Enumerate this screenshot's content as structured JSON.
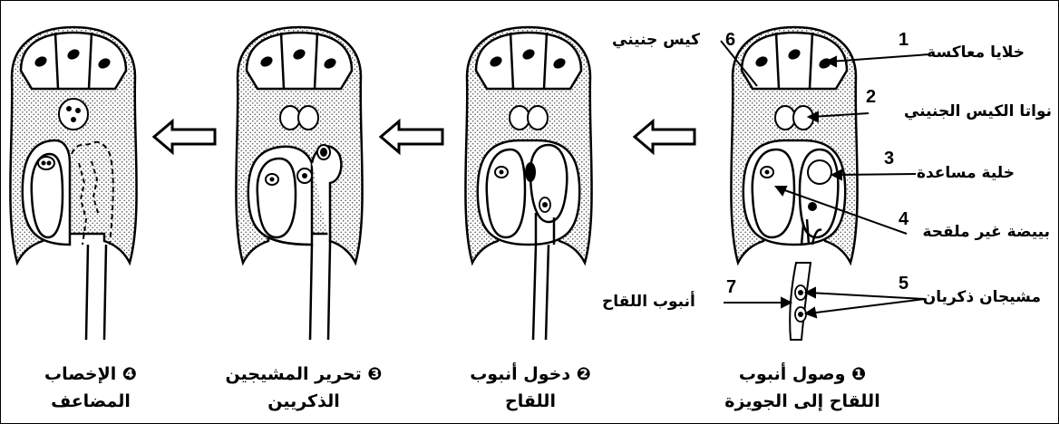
{
  "labels": {
    "antipodal_cells": "خلايا معاكسة",
    "polar_nuclei": "نواتا الكيس الجنيني",
    "synergid": "خلية مساعدة",
    "egg": "بييضة غير ملقحة",
    "sperm_nuclei": "مشيجان ذكريان",
    "embryo_sac": "كيس جنيني",
    "pollen_tube": "أنبوب اللقاح"
  },
  "numbers": {
    "n1": "1",
    "n2": "2",
    "n3": "3",
    "n4": "4",
    "n5": "5",
    "n6": "6",
    "n7": "7"
  },
  "steps": [
    {
      "badge": "❶",
      "line1": "وصول أنبوب",
      "line2": "اللقاح إلى الجويزة"
    },
    {
      "badge": "❷",
      "line1": "دخول أنبوب",
      "line2": "اللقاح"
    },
    {
      "badge": "❸",
      "line1": "تحرير المشيجين",
      "line2": "الذكريين"
    },
    {
      "badge": "❹",
      "line1": "الإخصاب",
      "line2": "المضاعف"
    }
  ]
}
